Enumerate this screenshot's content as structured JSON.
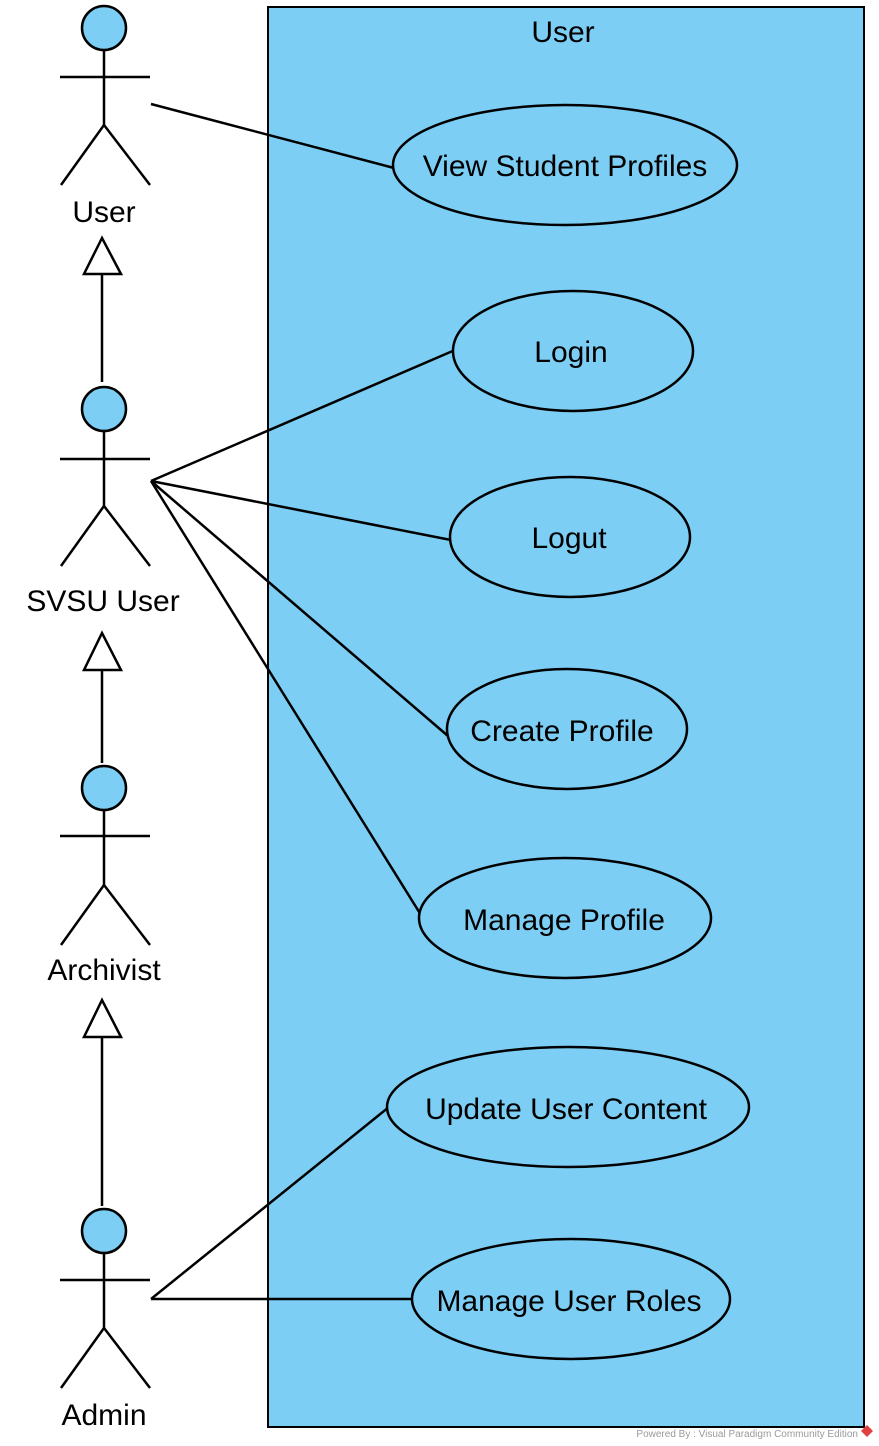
{
  "system": {
    "name": "User"
  },
  "actors": [
    {
      "id": "user",
      "name": "User"
    },
    {
      "id": "svsu",
      "name": "SVSU User"
    },
    {
      "id": "archivist",
      "name": "Archivist"
    },
    {
      "id": "admin",
      "name": "Admin"
    }
  ],
  "use_cases": [
    {
      "id": "view",
      "name": "View Student Profiles"
    },
    {
      "id": "login",
      "name": "Login"
    },
    {
      "id": "logut",
      "name": "Logut"
    },
    {
      "id": "create",
      "name": "Create Profile"
    },
    {
      "id": "manage",
      "name": "Manage Profile"
    },
    {
      "id": "update",
      "name": "Update User Content"
    },
    {
      "id": "roles",
      "name": "Manage User Roles"
    }
  ],
  "associations": [
    [
      "user",
      "view"
    ],
    [
      "svsu",
      "login"
    ],
    [
      "svsu",
      "logut"
    ],
    [
      "svsu",
      "create"
    ],
    [
      "svsu",
      "manage"
    ],
    [
      "admin",
      "update"
    ],
    [
      "admin",
      "roles"
    ]
  ],
  "generalizations": [
    [
      "svsu",
      "user"
    ],
    [
      "archivist",
      "svsu"
    ],
    [
      "admin",
      "archivist"
    ]
  ],
  "colors": {
    "fill": "#7ccef4",
    "stroke": "#000000",
    "background": "#ffffff"
  },
  "watermark": "Powered By : Visual Paradigm Community Edition"
}
